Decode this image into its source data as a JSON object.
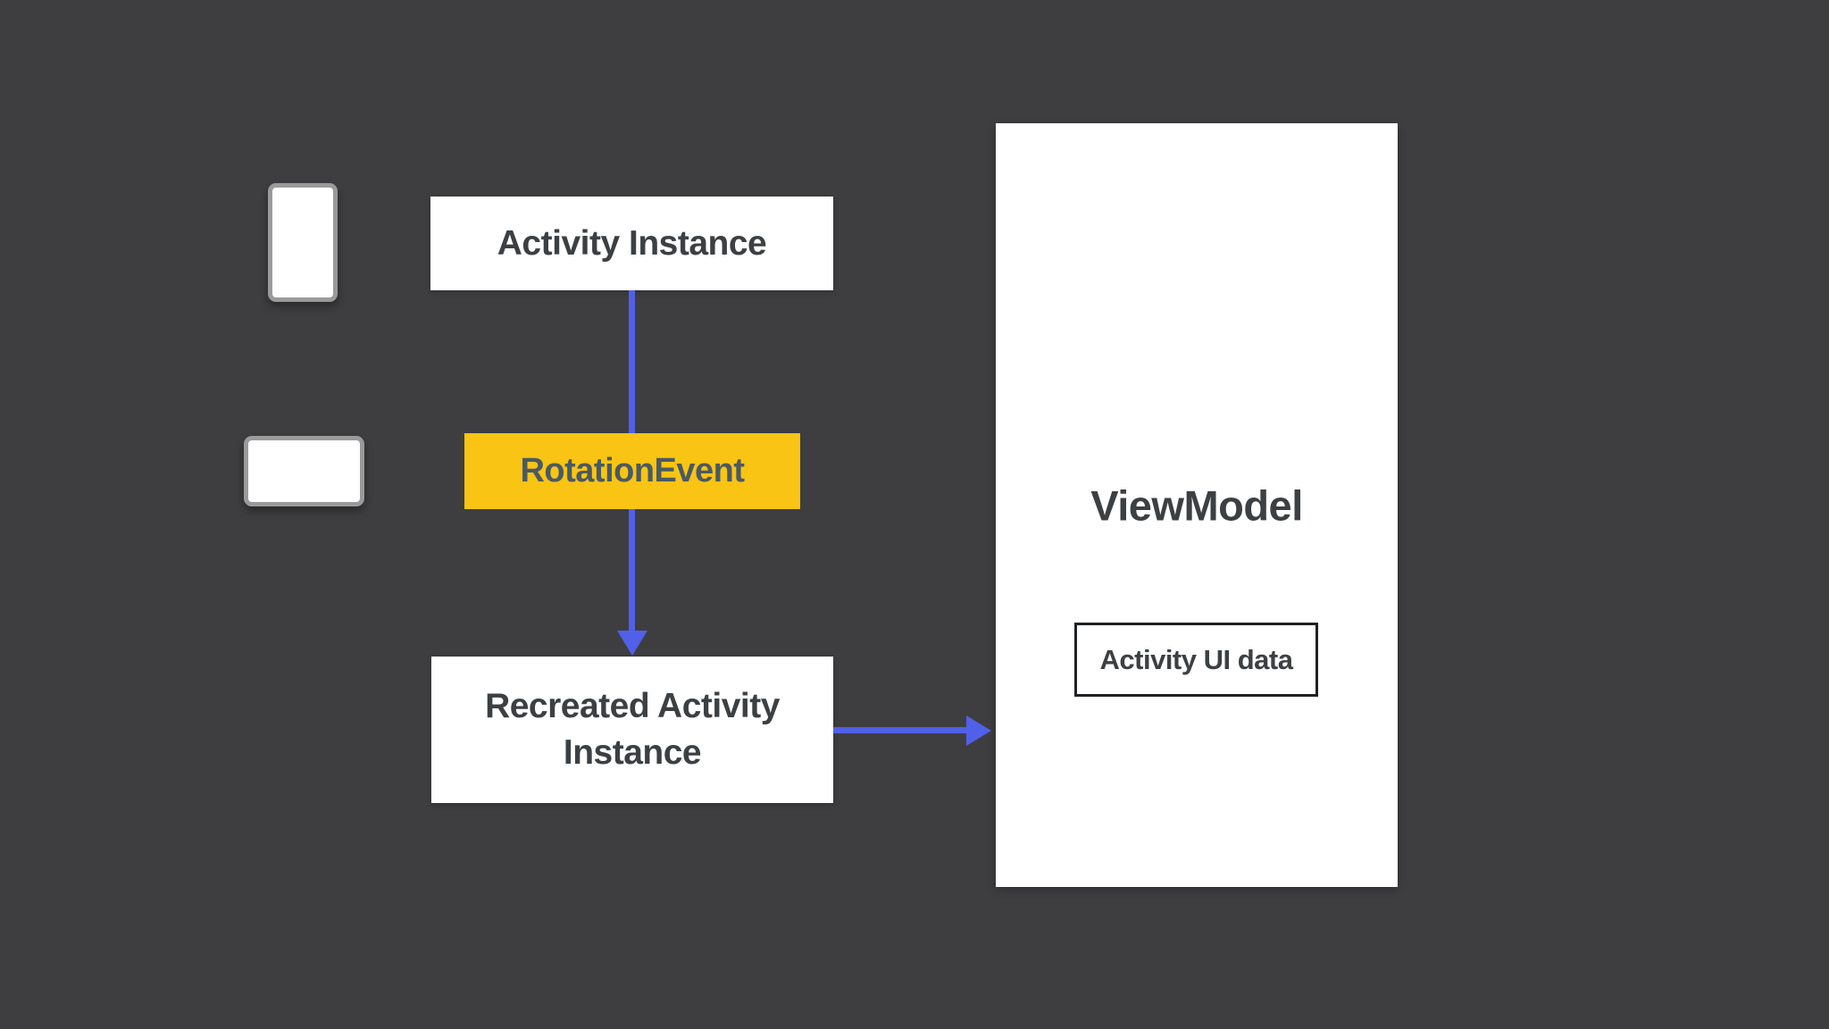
{
  "background_color": "#3e3e40",
  "colors": {
    "accent_blue": "#5160e8",
    "accent_yellow": "#f9c413",
    "node_text": "#3c4043",
    "event_text": "#4a5a63",
    "phone_border": "#9a9a9a",
    "ui_data_border": "#1f2124"
  },
  "diagram": {
    "activity_instance": {
      "label": "Activity Instance"
    },
    "rotation_event": {
      "label": "RotationEvent"
    },
    "recreated_activity": {
      "line1": "Recreated Activity",
      "line2": "Instance"
    },
    "viewmodel": {
      "label": "ViewModel"
    },
    "activity_ui_data": {
      "label": "Activity UI data"
    },
    "icons": {
      "portrait": "phone-portrait-icon",
      "landscape": "phone-landscape-icon"
    }
  }
}
